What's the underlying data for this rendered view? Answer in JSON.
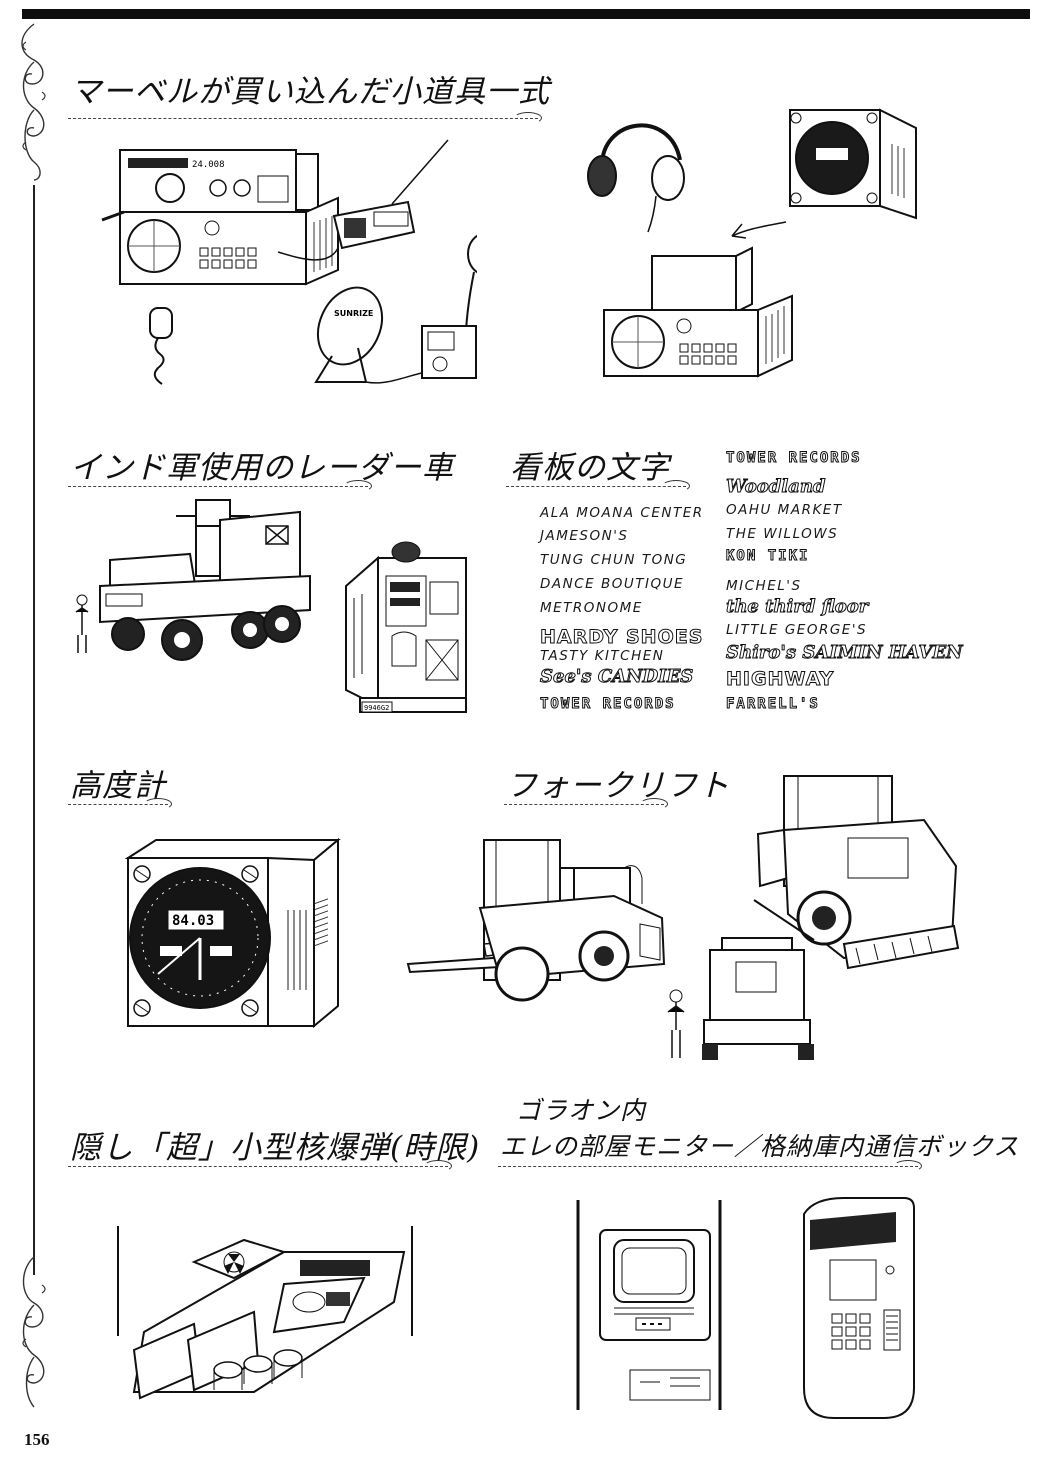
{
  "page": {
    "number": "156"
  },
  "sections": {
    "props": {
      "heading": "マーベルが買い込んだ小道具一式"
    },
    "radar_truck": {
      "heading": "インド軍使用のレーダー車"
    },
    "signs": {
      "heading": "看板の文字",
      "left_column": [
        {
          "text": "ALA MOANA CENTER",
          "style": "plain"
        },
        {
          "text": "JAMESON'S",
          "style": "plain"
        },
        {
          "text": "TUNG CHUN TONG",
          "style": "plain"
        },
        {
          "text": "DANCE BOUTIQUE",
          "style": "plain"
        },
        {
          "text": "METRONOME",
          "style": "plain"
        },
        {
          "text": "HARDY SHOES",
          "style": "big"
        },
        {
          "text": "TASTY KITCHEN",
          "style": "plain"
        },
        {
          "text": "See's CANDIES",
          "style": "script"
        },
        {
          "text": "TOWER RECORDS",
          "style": "deco"
        }
      ],
      "right_column": [
        {
          "text": "TOWER RECORDS",
          "style": "deco"
        },
        {
          "text": "Woodland",
          "style": "script"
        },
        {
          "text": "OAHU MARKET",
          "style": "plain"
        },
        {
          "text": "THE WILLOWS",
          "style": "plain"
        },
        {
          "text": "KON TIKI",
          "style": "deco"
        },
        {
          "text": "MICHEL'S",
          "style": "plain"
        },
        {
          "text": "the third floor",
          "style": "script"
        },
        {
          "text": "LITTLE GEORGE'S",
          "style": "plain"
        },
        {
          "text": "Shiro's SAIMIN HAVEN",
          "style": "script"
        },
        {
          "text": "HIGHWAY",
          "style": "big"
        },
        {
          "text": "FARRELL'S",
          "style": "deco"
        }
      ]
    },
    "altimeter": {
      "heading": "高度計",
      "display_reading": "84.03"
    },
    "forklift": {
      "heading": "フォークリフト"
    },
    "bomb": {
      "heading": "隠し「超」小型核爆弾(時限)"
    },
    "goraon": {
      "heading_line1": "ゴラオン内",
      "heading_line2": "エレの部屋モニター／格納庫内通信ボックス"
    }
  },
  "illustration_labels": {
    "dish_brand": "SUNRIZE",
    "truck_plate": "9946G2",
    "radio_display": "24.008"
  }
}
